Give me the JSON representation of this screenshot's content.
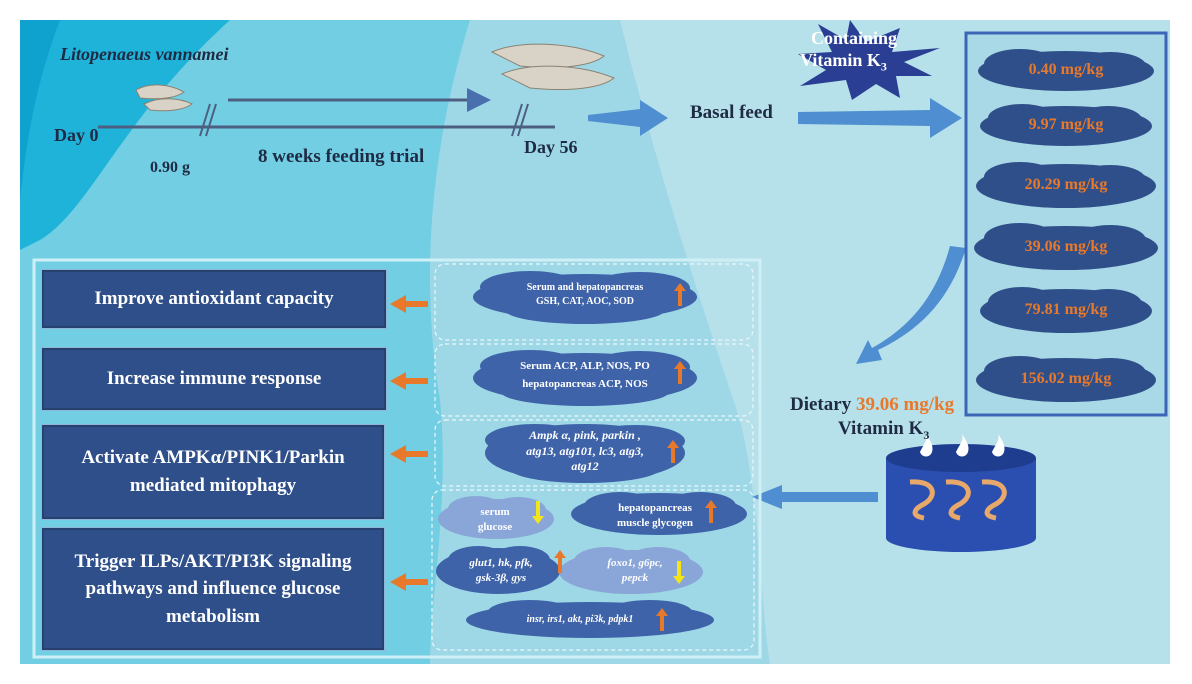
{
  "species": "Litopenaeus vannamei",
  "timeline": {
    "day0": "Day 0",
    "weight": "0.90 g",
    "trial": "8 weeks feeding trial",
    "day56": "Day 56"
  },
  "basal_feed": "Basal feed",
  "star_label_line1": "Containing",
  "star_label_line2": "Vitamin K",
  "star_label_sub": "3",
  "doses": [
    "0.40 mg/kg",
    "9.97 mg/kg",
    "20.29 mg/kg",
    "39.06 mg/kg",
    "79.81 mg/kg",
    "156.02 mg/kg"
  ],
  "dietary": {
    "prefix": "Dietary",
    "value": "39.06 mg/kg",
    "vitamin": "Vitamin K",
    "sub": "3"
  },
  "results": [
    "Improve antioxidant capacity",
    "Increase immune response",
    "Activate AMPKα/PINK1/Parkin mediated mitophagy",
    "Trigger ILPs/AKT/PI3K signaling pathways and influence glucose metabolism"
  ],
  "clouds": {
    "antioxidant_line1": "Serum and hepatopancreas",
    "antioxidant_line2": "GSH, CAT, AOC, SOD",
    "immune_line1": "Serum ACP, ALP, NOS, PO",
    "immune_line2": "hepatopancreas ACP, NOS",
    "mito_line1": "Ampk α, pink, parkin ,",
    "mito_line2": "atg13, atg101, lc3, atg3,",
    "mito_line3": "atg12",
    "serum_line1": "serum",
    "serum_line2": "glucose",
    "glycogen_line1": "hepatopancreas",
    "glycogen_line2": "muscle glycogen",
    "glut_line1": "glut1, hk, pfk,",
    "glut_line2": "gsk-3β, gys",
    "foxo_line1": "foxo1, g6pc,",
    "foxo_line2": "pepck",
    "insr": "insr, irs1, akt, pi3k, pdpk1"
  },
  "colors": {
    "box": "#2f4f8a",
    "cloud": "#3e63a8",
    "cloud_light": "#8aa6d8",
    "accent": "#e9792a",
    "down": "#f2e61a"
  }
}
